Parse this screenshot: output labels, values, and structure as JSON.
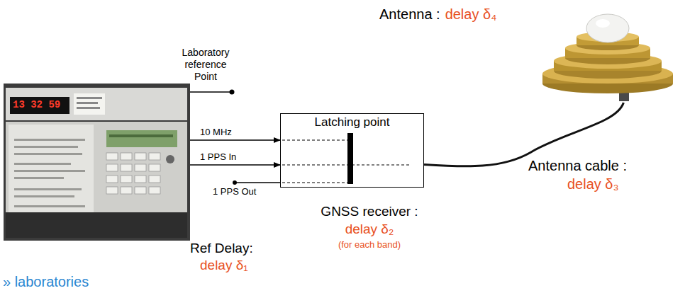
{
  "diagram": {
    "nodes": [
      {
        "text": [
          "Latching point",
          "GNSS receiver :",
          "delay δ₂",
          "(for each band)"
        ]
      },
      {
        "text": [
          "Antenna :",
          "delay δ₄"
        ]
      }
    ],
    "edges": [
      {
        "from": 0,
        "to": 1,
        "arrow": "none"
      }
    ],
    "labels": [
      "Laboratory reference Point",
      "10 MHz",
      "1 PPS In",
      "1 PPS Out",
      "Ref Delay:",
      "delay δ₁",
      "Antenna cable :",
      "delay δ₃",
      "» laboratories",
      "13 32 59"
    ]
  }
}
